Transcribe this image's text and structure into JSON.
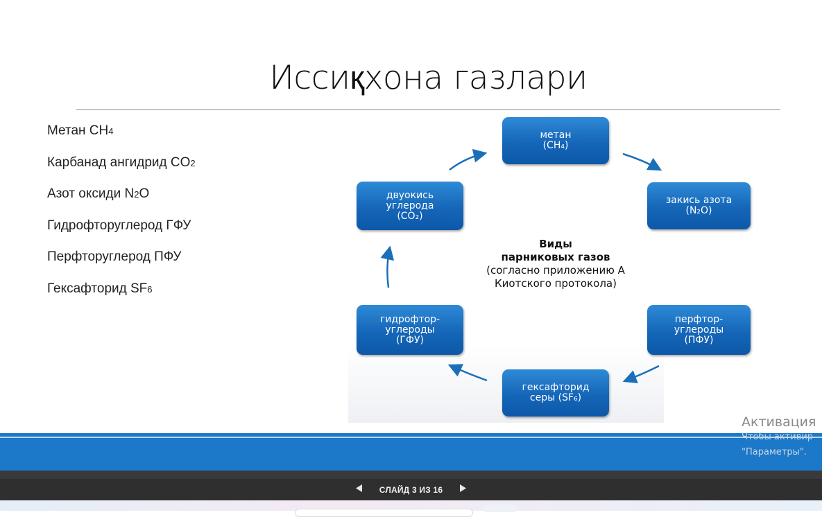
{
  "slide": {
    "title": "Иссиқхона газлари",
    "gas_list": [
      {
        "text": "Метан CH",
        "sub": "4"
      },
      {
        "text": "Карбанад ангидрид CO",
        "sub": "2"
      },
      {
        "text": "Азот оксиди N",
        "sub": "2",
        "tail": "O"
      },
      {
        "text": "Гидрофторуглерод ГФУ",
        "sub": "",
        "tail": ""
      },
      {
        "text": "Перфторуглерод ПФУ",
        "sub": "",
        "tail": ""
      },
      {
        "text": "Гексафторид SF",
        "sub": "6",
        "tail": ""
      }
    ],
    "diagram": {
      "boxes": {
        "methane": {
          "line1": "метан",
          "line2": "(CH₄)"
        },
        "nitrous": {
          "line1": "закись азота",
          "line2": "(N₂O)"
        },
        "pfc": {
          "line1": "перфтор-",
          "line2": "углероды",
          "line3": "(ПФУ)"
        },
        "sf6": {
          "line1": "гексафторид",
          "line2": "серы (SF₆)"
        },
        "hfc": {
          "line1": "гидрофтор-",
          "line2": "углероды",
          "line3": "(ГФУ)"
        },
        "co2": {
          "line1": "двуокись",
          "line2": "углерода",
          "line3": "(CO₂)"
        }
      },
      "center": {
        "bold1": "Виды",
        "bold2": "парниковых газов",
        "line3": "(согласно приложению А",
        "line4": "Киотского протокола)"
      }
    }
  },
  "watermark": {
    "title": "Активация",
    "line1": "Чтобы активир",
    "line2": "\"Параметры\"."
  },
  "statusbar": {
    "counter": "СЛАЙД 3 ИЗ 16",
    "prev_icon": "triangle-left-icon",
    "next_icon": "triangle-right-icon"
  },
  "colors": {
    "box_blue": "#1566b8",
    "arrow_blue": "#1a6fb8",
    "band_blue": "#1c78c8"
  }
}
